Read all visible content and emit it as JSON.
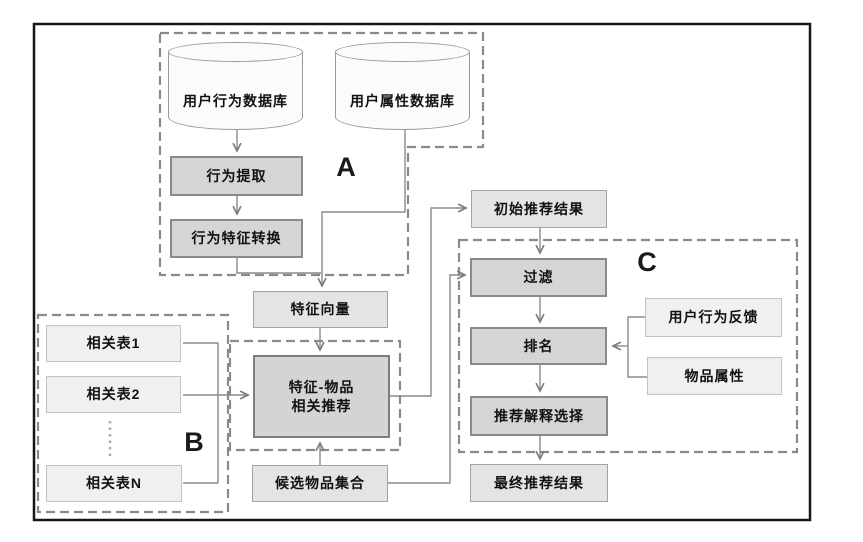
{
  "figure": {
    "type": "flowchart",
    "description": "recommendation-system pipeline diagram with grouped sections A, B, C"
  },
  "sections": {
    "a": {
      "label": "A"
    },
    "b": {
      "label": "B",
      "tables": [
        "相关表1",
        "相关表2",
        "相关表N"
      ]
    },
    "c": {
      "label": "C"
    }
  },
  "nodes": {
    "db_user_behavior": "用户行为数据库",
    "db_user_attribute": "用户属性数据库",
    "behavior_extract": "行为提取",
    "behavior_feature_convert": "行为特征转换",
    "feature_vector": "特征向量",
    "feature_item_line1": "特征-物品",
    "feature_item_line2": "相关推荐",
    "candidate_item_set": "候选物品集合",
    "initial_result": "初始推荐结果",
    "filter": "过滤",
    "ranking": "排名",
    "explanation_select": "推荐解释选择",
    "final_result": "最终推荐结果",
    "user_behavior_feedback": "用户行为反馈",
    "item_attribute": "物品属性"
  },
  "colors": {
    "process_fill": "#d5d5d5",
    "result_fill": "#e4e4e4",
    "input_fill": "#f0f0f0",
    "cylinder_fill": "#fbfbfb",
    "line": "#8a8a8a",
    "dashed_border": "#8a8a8a",
    "frame": "#161616"
  }
}
